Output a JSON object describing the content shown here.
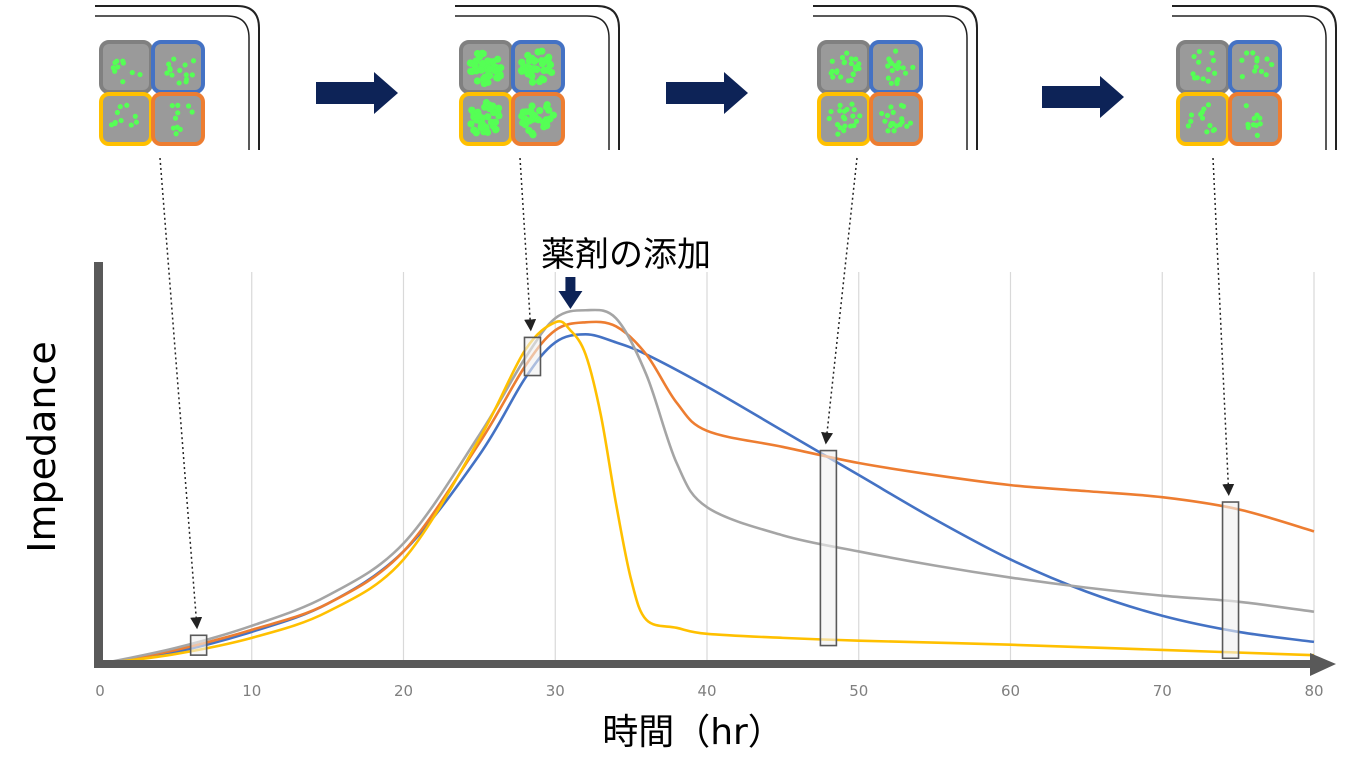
{
  "chart_data": {
    "type": "line",
    "xlabel": "時間（hr）",
    "ylabel": "Impedance",
    "xlim": [
      0,
      80
    ],
    "ylim": [
      0,
      1
    ],
    "xticks": [
      0,
      10,
      20,
      30,
      40,
      50,
      60,
      70,
      80
    ],
    "grid": "vertical",
    "annotation": {
      "text": "薬剤の添加",
      "x": 31
    },
    "snapshots_x": [
      6.5,
      28.5,
      48,
      74.5
    ],
    "series": [
      {
        "color": "#4472c4",
        "x": [
          0,
          5,
          10,
          15,
          20,
          25,
          28,
          30,
          32,
          34,
          36,
          40,
          45,
          50,
          55,
          60,
          65,
          70,
          75,
          80
        ],
        "y": [
          0,
          0.03,
          0.08,
          0.15,
          0.28,
          0.52,
          0.71,
          0.8,
          0.82,
          0.8,
          0.77,
          0.69,
          0.58,
          0.47,
          0.36,
          0.26,
          0.18,
          0.12,
          0.08,
          0.055
        ]
      },
      {
        "color": "#ed7d31",
        "x": [
          0,
          5,
          10,
          15,
          20,
          25,
          28,
          30,
          32,
          34,
          36,
          38,
          40,
          45,
          50,
          55,
          60,
          65,
          70,
          75,
          80
        ],
        "y": [
          0,
          0.035,
          0.085,
          0.15,
          0.28,
          0.55,
          0.74,
          0.83,
          0.85,
          0.84,
          0.77,
          0.65,
          0.58,
          0.54,
          0.5,
          0.47,
          0.445,
          0.43,
          0.415,
          0.385,
          0.33
        ]
      },
      {
        "color": "#a5a5a5",
        "x": [
          0,
          5,
          10,
          15,
          20,
          25,
          28,
          30,
          32,
          34,
          36,
          38,
          40,
          45,
          50,
          55,
          60,
          65,
          70,
          75,
          80
        ],
        "y": [
          0,
          0.04,
          0.095,
          0.17,
          0.3,
          0.57,
          0.76,
          0.86,
          0.88,
          0.86,
          0.72,
          0.5,
          0.39,
          0.32,
          0.28,
          0.245,
          0.215,
          0.19,
          0.17,
          0.155,
          0.13
        ]
      },
      {
        "color": "#ffc000",
        "x": [
          0,
          5,
          10,
          15,
          20,
          25,
          28,
          30,
          31,
          32,
          33,
          34,
          35,
          36,
          38,
          40,
          45,
          50,
          60,
          70,
          80
        ],
        "y": [
          0,
          0.025,
          0.065,
          0.13,
          0.26,
          0.56,
          0.78,
          0.85,
          0.83,
          0.77,
          0.62,
          0.4,
          0.21,
          0.11,
          0.09,
          0.075,
          0.065,
          0.058,
          0.048,
          0.035,
          0.022
        ]
      }
    ]
  }
}
